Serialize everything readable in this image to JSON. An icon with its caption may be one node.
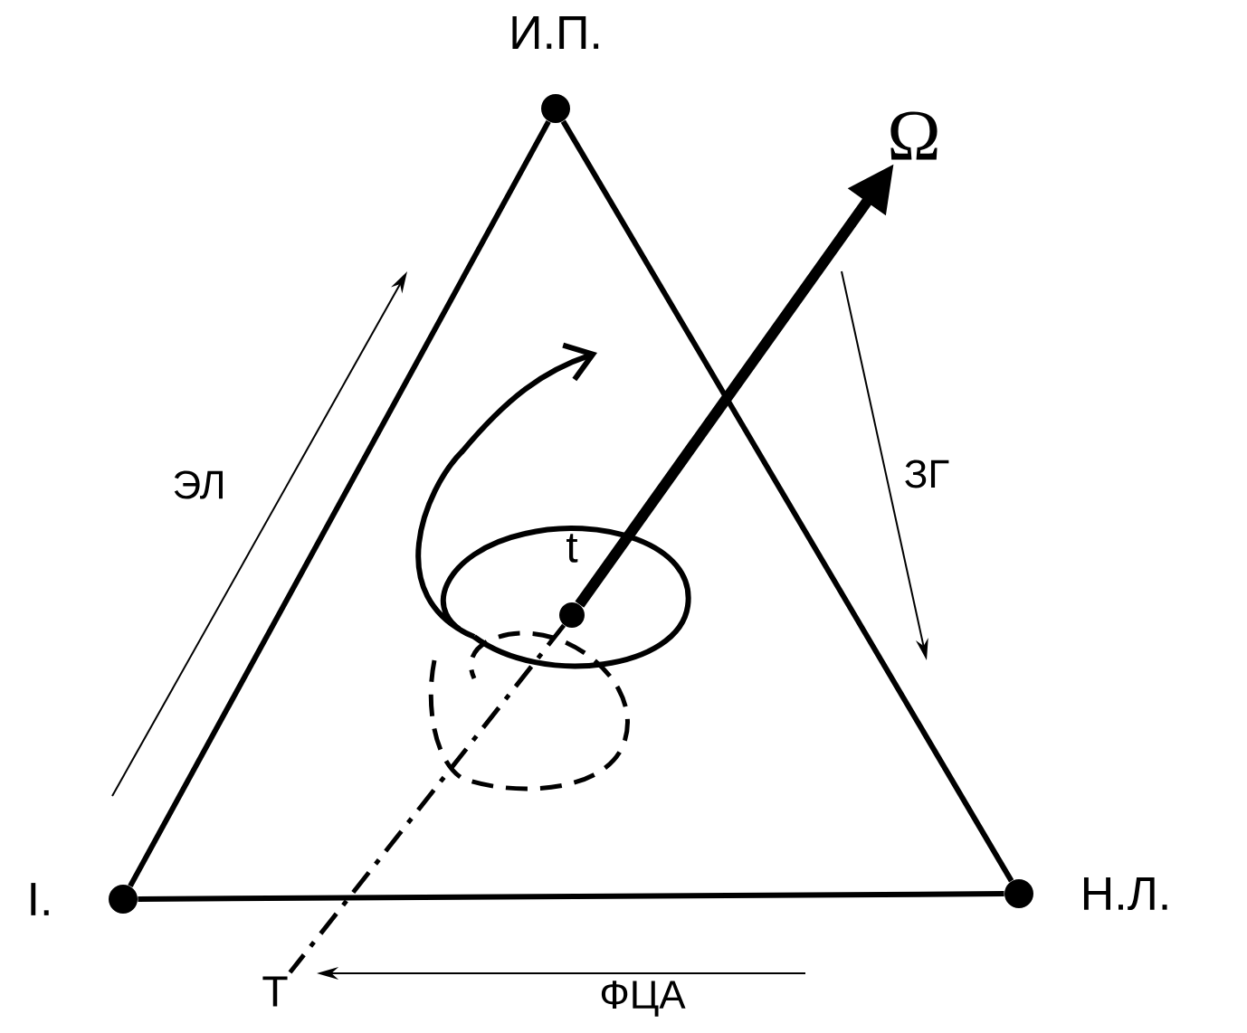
{
  "diagram": {
    "nodes": [
      {
        "text": [
          "И.П."
        ]
      },
      {
        "text": [
          "I."
        ]
      },
      {
        "text": [
          "Н.Л."
        ]
      },
      {
        "text": [
          "t"
        ]
      },
      {
        "text": [
          "Ω"
        ]
      },
      {
        "text": [
          "T"
        ]
      }
    ],
    "edges": [
      {
        "from": 0,
        "to": 1,
        "arrow": "none"
      },
      {
        "from": 1,
        "to": 2,
        "arrow": "none"
      },
      {
        "from": 2,
        "to": 0,
        "arrow": "none"
      },
      {
        "from": 3,
        "to": 4,
        "arrow": "to",
        "style": "thick"
      },
      {
        "from": 3,
        "to": 5,
        "arrow": "none",
        "style": "dashed"
      }
    ],
    "labels": [
      "ЭЛ",
      "ЗГ",
      "ФЦА"
    ]
  }
}
